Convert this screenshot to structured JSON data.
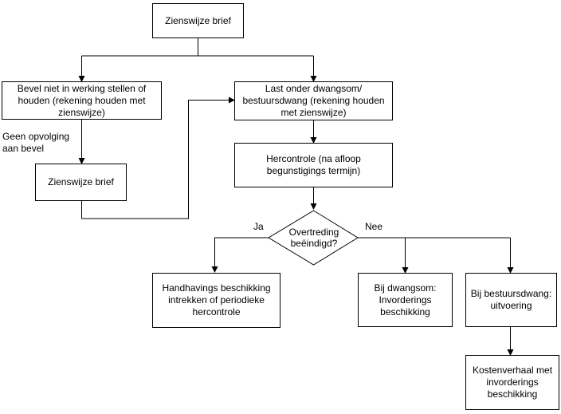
{
  "nodes": {
    "zienswijze_brief_top": "Zienswijze brief",
    "bevel": "Bevel niet in werking stellen of houden (rekening houden met zienswijze)",
    "last_onder_dwangsom": "Last onder dwangsom/ bestuursdwang (rekening houden met zienswijze)",
    "zienswijze_brief_left": "Zienswijze brief",
    "hercontrole": "Hercontrole (na afloop begunstigings termijn)",
    "decision": "Overtreding beëindigd?",
    "handhavings": "Handhavings beschikking intrekken of periodieke hercontrole",
    "bij_dwangsom": "Bij dwangsom: Invorderings beschikking",
    "bij_bestuursdwang": "Bij bestuursdwang: uitvoering",
    "kostenverhaal": "Kostenverhaal met invorderings beschikking"
  },
  "labels": {
    "geen_opvolging": "Geen opvolging aan bevel",
    "ja": "Ja",
    "nee": "Nee"
  },
  "colors": {
    "line": "#000000",
    "box_border": "#000000",
    "background": "#ffffff"
  }
}
